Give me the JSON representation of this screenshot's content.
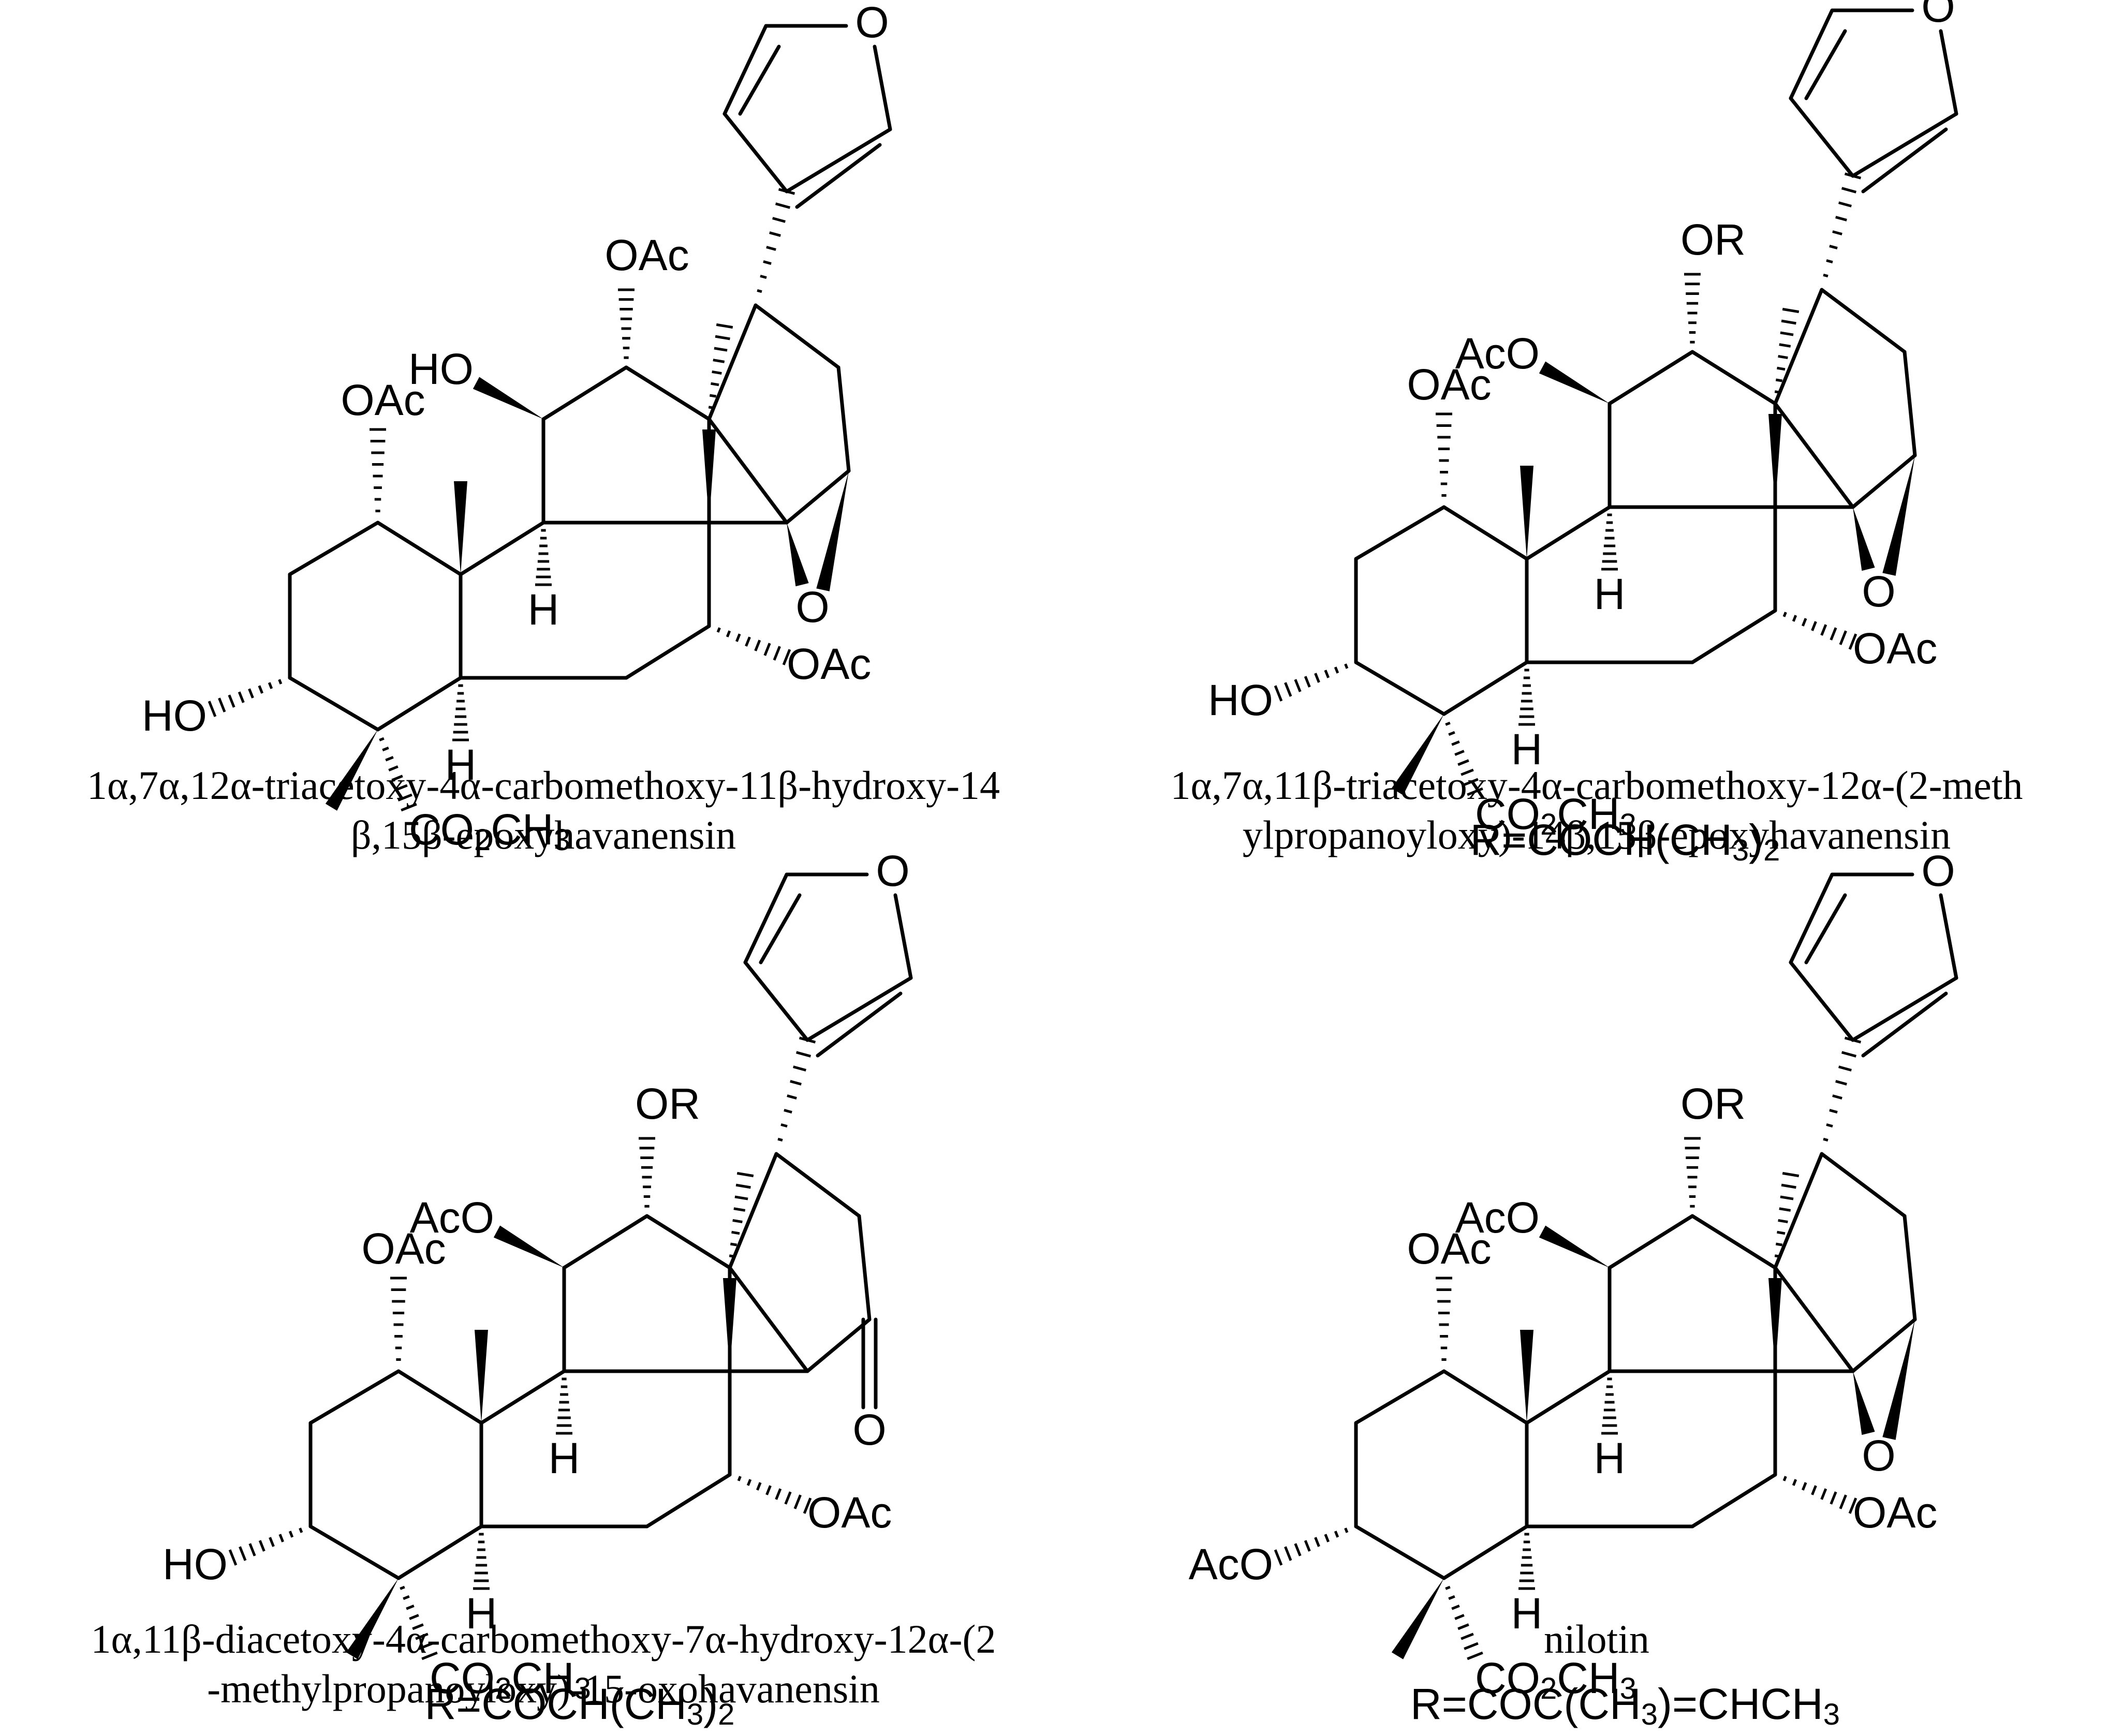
{
  "compounds": [
    {
      "caption_line1": "1α,7α,12α-triacetoxy-4α-carbomethoxy-11β-hydroxy-14",
      "caption_line2": "β,15β-epoxyhavanensin",
      "r_def": "",
      "labels": {
        "c12": "OAc",
        "c11": "HO",
        "c1": "OAc",
        "c3": "HO",
        "c7": "OAc",
        "c9h": "H",
        "c5h": "H",
        "c4": "CO2CH3",
        "epox": "O",
        "furanO": "O"
      },
      "d_ring": "epoxide"
    },
    {
      "caption_line1": "1α,7α,11β-triacetoxy-4α-carbomethoxy-12α-(2-meth",
      "caption_line2": "ylpropanoyloxy)-14β,15β-epoxyhavanensin",
      "r_def": "R=COCH(CH3)2",
      "labels": {
        "c12": "OR",
        "c11": "AcO",
        "c1": "OAc",
        "c3": "HO",
        "c7": "OAc",
        "c9h": "H",
        "c5h": "H",
        "c4": "CO2CH3",
        "epox": "O",
        "furanO": "O"
      },
      "d_ring": "epoxide"
    },
    {
      "caption_line1": "1α,11β-diacetoxy-4α-carbomethoxy-7α-hydroxy-12α-(2",
      "caption_line2": "-methylpropanoyloxy)-15-oxohavanensin",
      "r_def": "R=COCH(CH3)2",
      "labels": {
        "c12": "OR",
        "c11": "AcO",
        "c1": "OAc",
        "c3": "HO",
        "c7": "OAc",
        "c9h": "H",
        "c5h": "H",
        "c4": "CO2CH3",
        "epox": "O",
        "furanO": "O"
      },
      "d_ring": "ketone"
    },
    {
      "caption_line1": "",
      "caption_line2": "nilotin",
      "r_def": "R=COC(CH3)=CHCH3",
      "labels": {
        "c12": "OR",
        "c11": "AcO",
        "c1": "OAc",
        "c3": "AcO",
        "c7": "OAc",
        "c9h": "H",
        "c5h": "H",
        "c4": "CO2CH3",
        "epox": "O",
        "furanO": "O"
      },
      "d_ring": "epoxide"
    }
  ]
}
